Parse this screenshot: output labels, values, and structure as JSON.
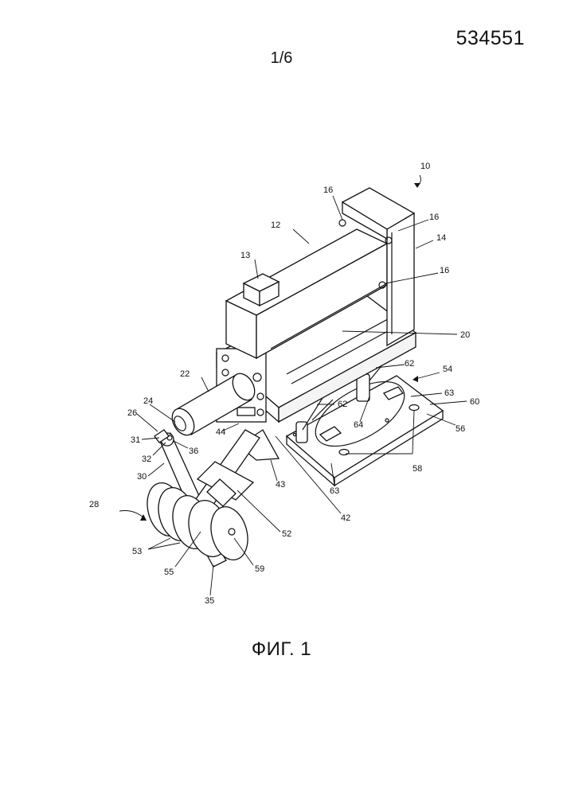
{
  "header": {
    "document_number": "534551",
    "sheet": "1/6"
  },
  "figure": {
    "caption": "ФИГ. 1",
    "reference_labels": [
      "10",
      "12",
      "13",
      "14",
      "16",
      "16",
      "16",
      "20",
      "22",
      "24",
      "26",
      "28",
      "30",
      "31",
      "32",
      "35",
      "36",
      "42",
      "43",
      "44",
      "52",
      "53",
      "54",
      "55",
      "56",
      "58",
      "59",
      "60",
      "62",
      "62",
      "63",
      "63",
      "64"
    ]
  }
}
